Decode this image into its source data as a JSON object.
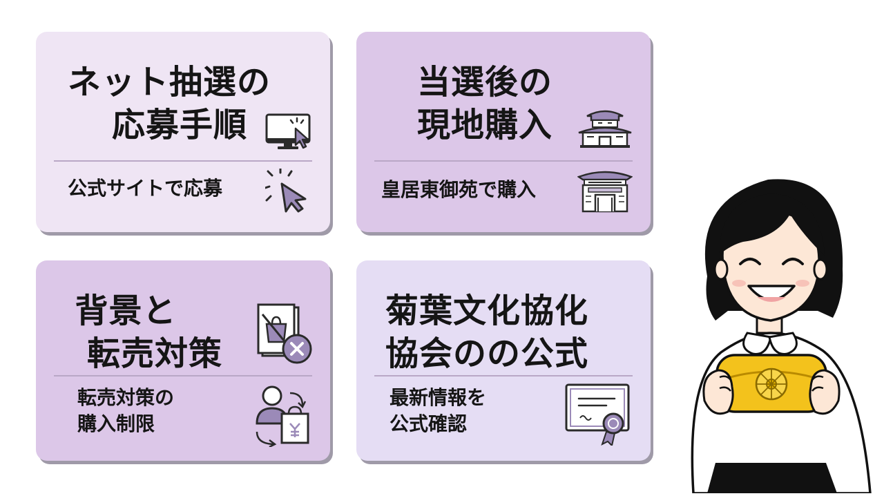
{
  "cards": [
    {
      "title_line1": "ネット抽選の",
      "title_line2": "応募手順",
      "sub_line1": "公式サイトで応募",
      "title_icon": "computer-click-icon",
      "sub_icon": "cursor-click-icon"
    },
    {
      "title_line1": "当選後の",
      "title_line2": "現地購入",
      "sub_line1": "皇居東御苑で購入",
      "title_icon": "palace-building-icon",
      "sub_icon": "palace-gate-icon"
    },
    {
      "title_line1": "背景と",
      "title_line2": "転売対策",
      "sub_line1": "転売対策の",
      "sub_line2": "購入制限",
      "title_icon": "no-resale-document-icon",
      "sub_icon": "person-purchase-limit-icon"
    },
    {
      "title_line1": "菊葉文化協化",
      "title_line2": "協会のの公式",
      "sub_line1": "最新情報を",
      "sub_line2": "公式確認",
      "title_icon": "",
      "sub_icon": "certificate-icon"
    }
  ],
  "colors": {
    "card1_bg": "#efe5f4",
    "card2_bg": "#dcc7e8",
    "card3_bg": "#dcc7e8",
    "card4_bg": "#e5ddf4",
    "icon_purple": "#9b8ab8",
    "wallet_gold": "#f3c21c"
  },
  "illustration": {
    "character": "smiling-woman-holding-wallet",
    "wallet_emblem": "chrysanthemum-crest-icon"
  }
}
